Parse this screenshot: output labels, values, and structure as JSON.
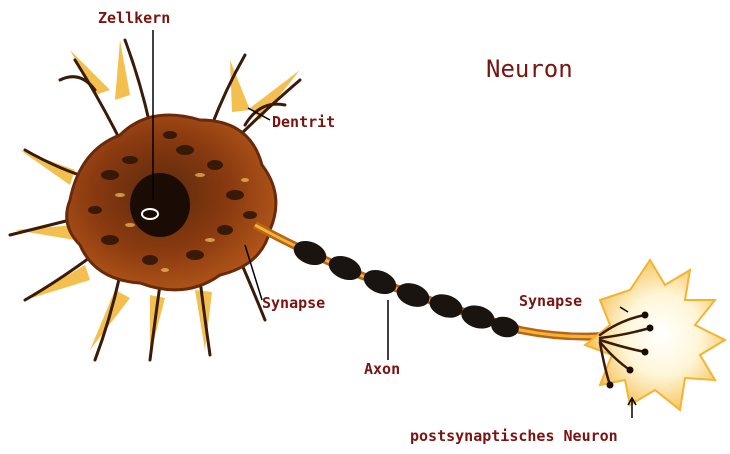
{
  "diagram": {
    "title": "Neuron",
    "labels": {
      "nucleus": "Zellkern",
      "dendrite": "Dentrit",
      "synapse_left": "Synapse",
      "axon": "Axon",
      "synapse_right": "Synapse",
      "postsynaptic": "postsynaptisches Neuron"
    },
    "colors": {
      "label_text": "#7a1410",
      "cell_body": "#a04a12",
      "cytoplasm_dark": "#3a1a08",
      "dendrite_yellow": "#f2b431",
      "postsynaptic_cell": "#f6c443",
      "myelin": "#1a1410",
      "axon_core": "#e8a020",
      "leader_lines": "#000000"
    }
  }
}
